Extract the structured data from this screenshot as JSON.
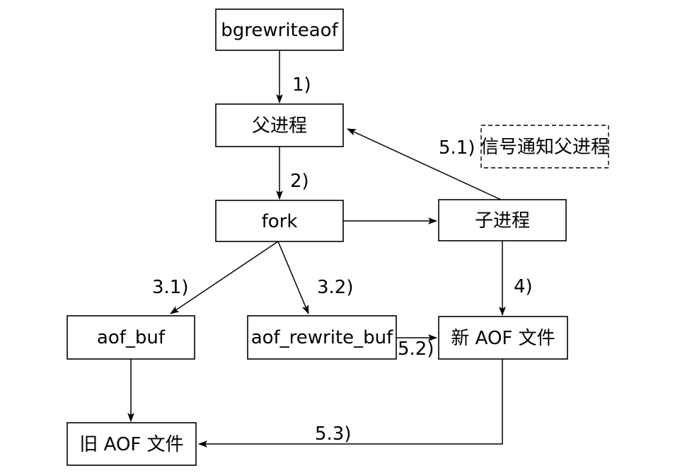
{
  "diagram": {
    "nodes": {
      "bgrewriteaof": {
        "label": "bgrewriteaof"
      },
      "parent_process": {
        "label": "父进程"
      },
      "fork": {
        "label": "fork"
      },
      "child_process": {
        "label": "子进程"
      },
      "aof_buf": {
        "label": "aof_buf"
      },
      "aof_rewrite_buf": {
        "label": "aof_rewrite_buf"
      },
      "new_aof_file": {
        "label": "新 AOF 文件"
      },
      "old_aof_file": {
        "label": "旧 AOF 文件"
      },
      "signal_note": {
        "label": "信号通知父进程"
      }
    },
    "edge_labels": {
      "step1": "1)",
      "step2": "2)",
      "step3_1": "3.1)",
      "step3_2": "3.2)",
      "step4": "4)",
      "step5_1": "5.1)",
      "step5_2": "5.2)",
      "step5_3": "5.3)"
    },
    "colors": {
      "stroke": "#000000",
      "background": "#ffffff"
    }
  }
}
